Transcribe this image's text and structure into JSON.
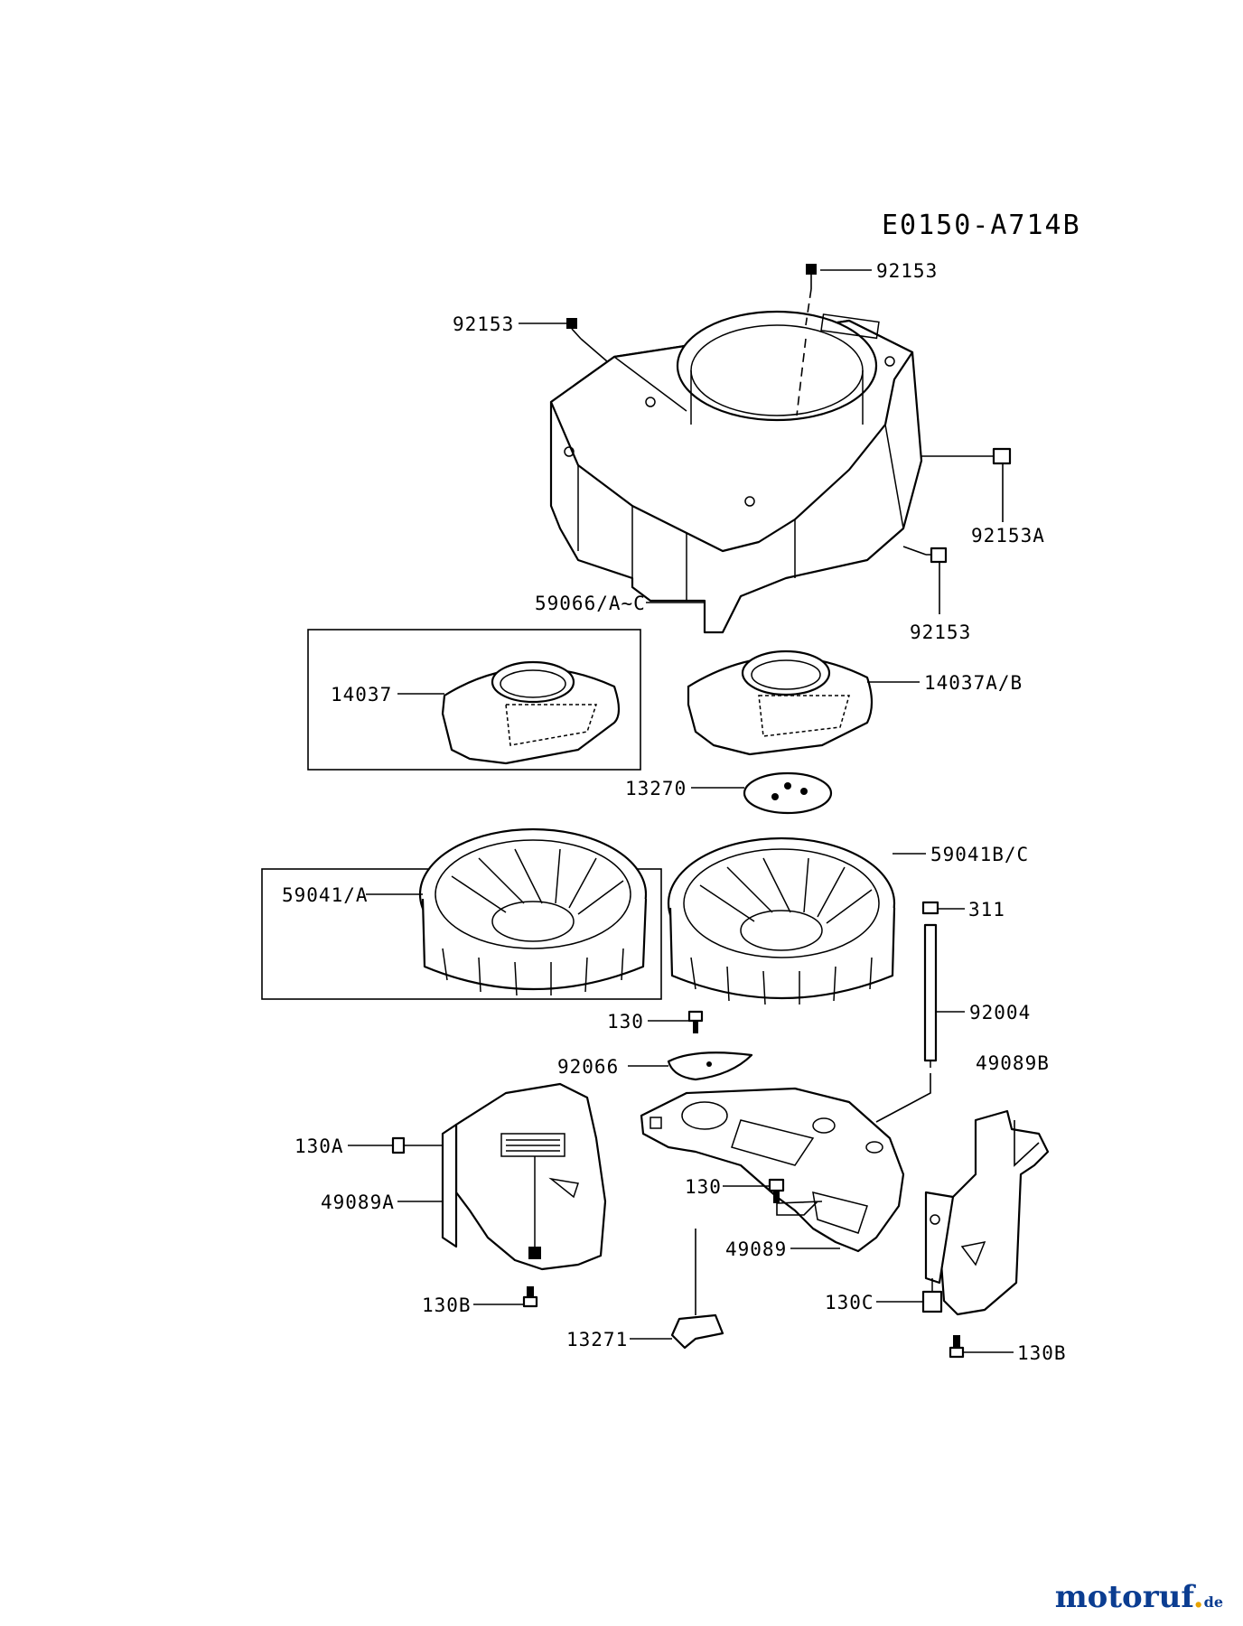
{
  "diagram": {
    "code": "E0150-A714B",
    "labels": {
      "l92153_top": "92153",
      "l92153_left": "92153",
      "l92153A": "92153A",
      "l92153_right": "92153",
      "l59066": "59066/A~C",
      "l14037": "14037",
      "l14037AB": "14037A/B",
      "l13270": "13270",
      "l59041A": "59041/A",
      "l59041BC": "59041B/C",
      "l311": "311",
      "l92004": "92004",
      "l130_top": "130",
      "l92066": "92066",
      "l49089B": "49089B",
      "l130A": "130A",
      "l49089A": "49089A",
      "l130_mid": "130",
      "l49089": "49089",
      "l130B_left": "130B",
      "l130C": "130C",
      "l13271": "13271",
      "l130B_right": "130B"
    }
  },
  "watermark": {
    "name": "motoruf",
    "tld": "de"
  }
}
